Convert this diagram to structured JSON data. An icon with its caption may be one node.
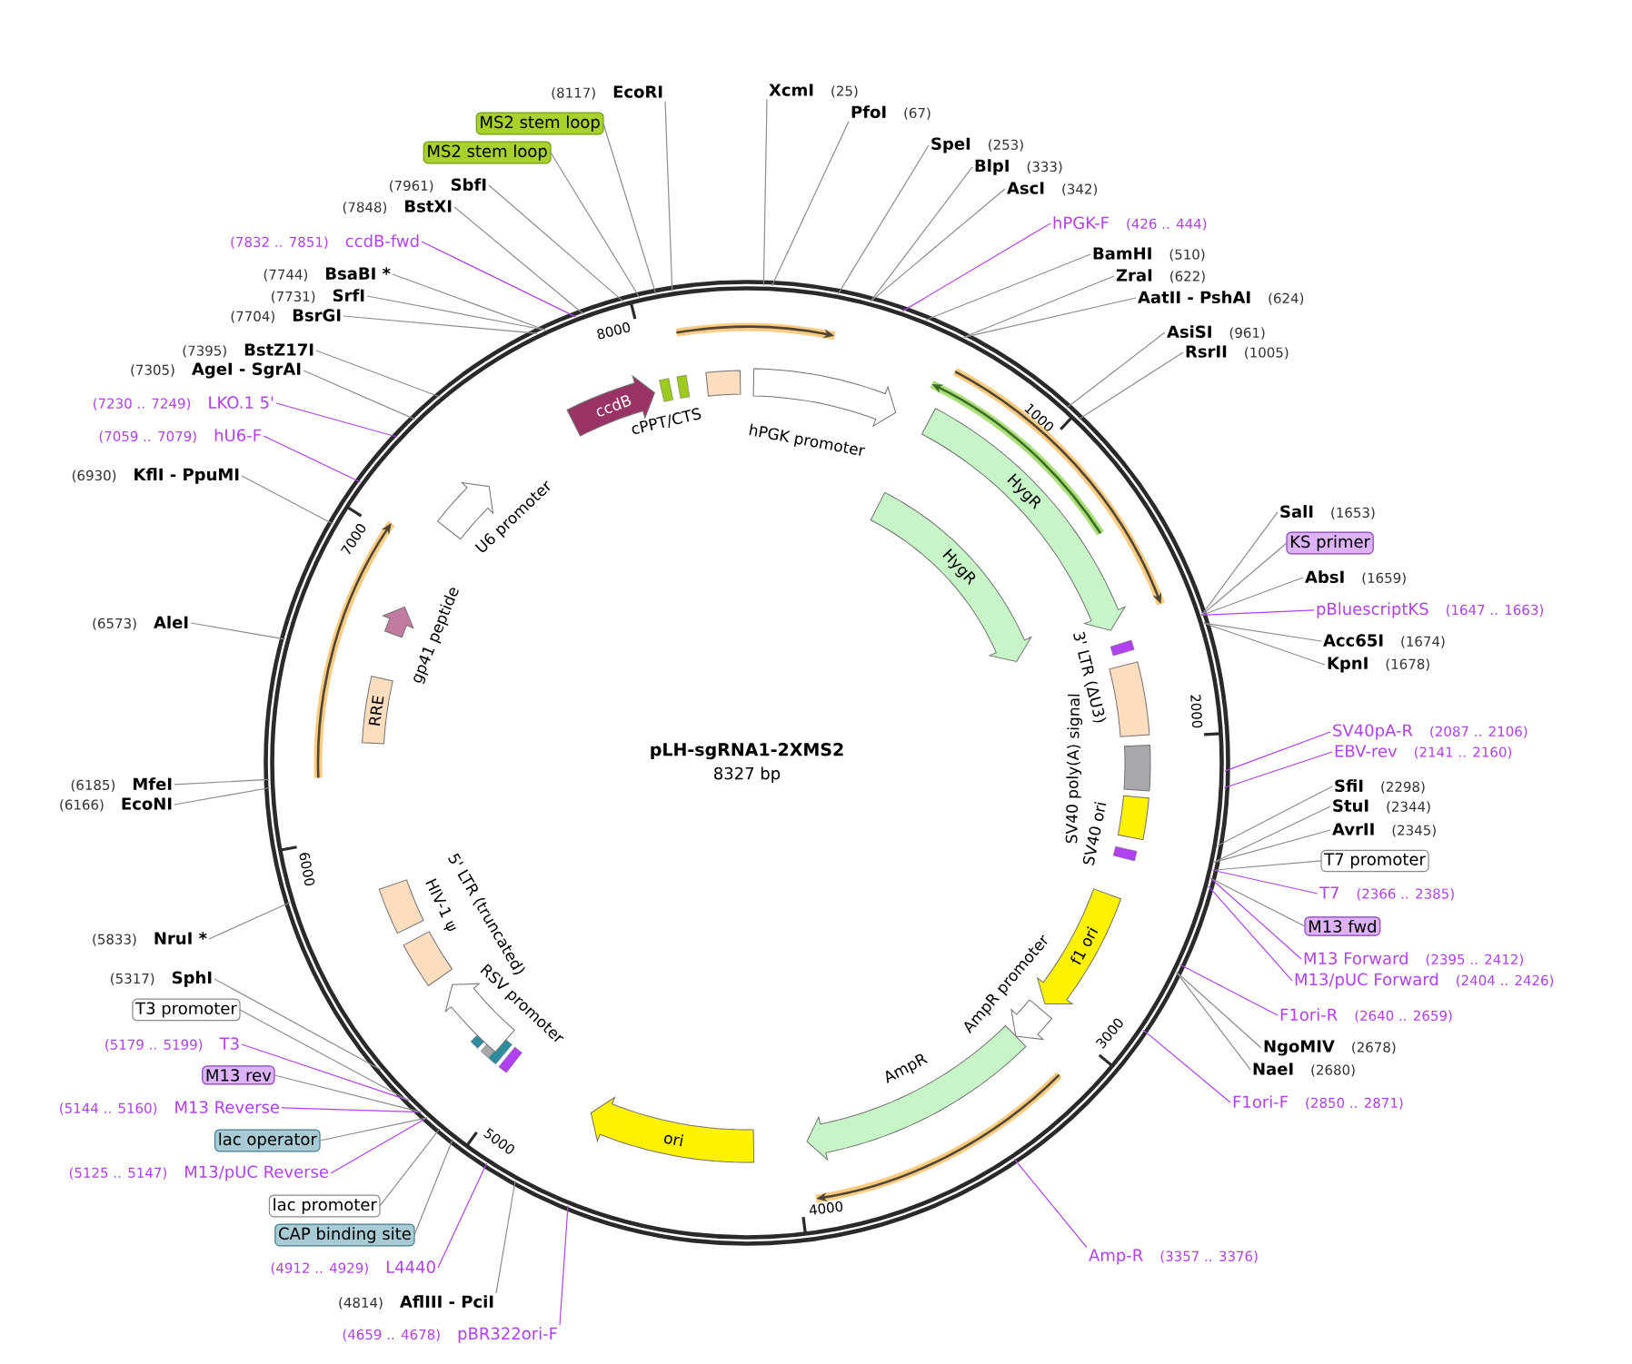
{
  "diagram": {
    "nodes": [
      {
        "text": [
          "pLH-sgRNA1-2XMS2",
          "8327 bp"
        ]
      },
      {
        "text": [
          "XcmI",
          "(25)"
        ]
      },
      {
        "text": [
          "PfoI",
          "(67)"
        ]
      },
      {
        "text": [
          "SpeI",
          "(253)"
        ]
      },
      {
        "text": [
          "BlpI",
          "(333)"
        ]
      },
      {
        "text": [
          "AscI",
          "(342)"
        ]
      },
      {
        "text": [
          "hPGK-F",
          "(426 .. 444)"
        ]
      },
      {
        "text": [
          "BamHI",
          "(510)"
        ]
      },
      {
        "text": [
          "ZraI",
          "(622)"
        ]
      },
      {
        "text": [
          "AatII - PshAI",
          "(624)"
        ]
      },
      {
        "text": [
          "AsiSI",
          "(961)"
        ]
      },
      {
        "text": [
          "RsrII",
          "(1005)"
        ]
      },
      {
        "text": [
          "SalI",
          "(1653)"
        ]
      },
      {
        "text": [
          "KS primer"
        ]
      },
      {
        "text": [
          "AbsI",
          "(1659)"
        ]
      },
      {
        "text": [
          "pBluescriptKS",
          "(1647 .. 1663)"
        ]
      },
      {
        "text": [
          "Acc65I",
          "(1674)"
        ]
      },
      {
        "text": [
          "KpnI",
          "(1678)"
        ]
      },
      {
        "text": [
          "SV40pA-R",
          "(2087 .. 2106)"
        ]
      },
      {
        "text": [
          "EBV-rev",
          "(2141 .. 2160)"
        ]
      },
      {
        "text": [
          "SfiI",
          "(2298)"
        ]
      },
      {
        "text": [
          "StuI",
          "(2344)"
        ]
      },
      {
        "text": [
          "AvrII",
          "(2345)"
        ]
      },
      {
        "text": [
          "T7 promoter"
        ]
      },
      {
        "text": [
          "T7",
          "(2366 .. 2385)"
        ]
      },
      {
        "text": [
          "M13 fwd"
        ]
      },
      {
        "text": [
          "M13 Forward",
          "(2395 .. 2412)"
        ]
      },
      {
        "text": [
          "M13/pUC Forward",
          "(2404 .. 2426)"
        ]
      },
      {
        "text": [
          "F1ori-R",
          "(2640 .. 2659)"
        ]
      },
      {
        "text": [
          "NgoMIV",
          "(2678)"
        ]
      },
      {
        "text": [
          "NaeI",
          "(2680)"
        ]
      },
      {
        "text": [
          "F1ori-F",
          "(2850 .. 2871)"
        ]
      },
      {
        "text": [
          "Amp-R",
          "(3357 .. 3376)"
        ]
      },
      {
        "text": [
          "(4659 .. 4678)",
          "pBR322ori-F"
        ]
      },
      {
        "text": [
          "(4814)",
          "AflIII - PciI"
        ]
      },
      {
        "text": [
          "(4912 .. 4929)",
          "L4440"
        ]
      },
      {
        "text": [
          "CAP binding site"
        ]
      },
      {
        "text": [
          "lac promoter"
        ]
      },
      {
        "text": [
          "(5125 .. 5147)",
          "M13/pUC Reverse"
        ]
      },
      {
        "text": [
          "lac operator"
        ]
      },
      {
        "text": [
          "(5144 .. 5160)",
          "M13 Reverse"
        ]
      },
      {
        "text": [
          "M13 rev"
        ]
      },
      {
        "text": [
          "(5179 .. 5199)",
          "T3"
        ]
      },
      {
        "text": [
          "T3 promoter"
        ]
      },
      {
        "text": [
          "(5317)",
          "SphI"
        ]
      },
      {
        "text": [
          "(5833)",
          "NruI *"
        ]
      },
      {
        "text": [
          "(6185)",
          "MfeI"
        ]
      },
      {
        "text": [
          "(6166)",
          "EcoNI"
        ]
      },
      {
        "text": [
          "(6573)",
          "AleI"
        ]
      },
      {
        "text": [
          "(6930)",
          "KflI - PpuMI"
        ]
      },
      {
        "text": [
          "(7059 .. 7079)",
          "hU6-F"
        ]
      },
      {
        "text": [
          "(7230 .. 7249)",
          "LKO.1 5'"
        ]
      },
      {
        "text": [
          "(7305)",
          "AgeI - SgrAI"
        ]
      },
      {
        "text": [
          "(7395)",
          "BstZ17I"
        ]
      },
      {
        "text": [
          "(7704)",
          "BsrGI"
        ]
      },
      {
        "text": [
          "(7731)",
          "SrfI"
        ]
      },
      {
        "text": [
          "(7744)",
          "BsaBI *"
        ]
      },
      {
        "text": [
          "(7832 .. 7851)",
          "ccdB-fwd"
        ]
      },
      {
        "text": [
          "(7848)",
          "BstXI"
        ]
      },
      {
        "text": [
          "(7961)",
          "SbfI"
        ]
      },
      {
        "text": [
          "MS2 stem loop"
        ]
      },
      {
        "text": [
          "MS2 stem loop"
        ]
      },
      {
        "text": [
          "(8117)",
          "EcoRI"
        ]
      },
      {
        "text": [
          "ccdB"
        ],
        "in": 0
      },
      {
        "text": [
          "cPPT/CTS"
        ],
        "in": 0
      },
      {
        "text": [
          "hPGK promoter"
        ],
        "in": 0
      },
      {
        "text": [
          "HygR"
        ],
        "in": 0
      },
      {
        "text": [
          "HygR"
        ],
        "in": 0
      },
      {
        "text": [
          "3' LTR (ΔU3)"
        ],
        "in": 0
      },
      {
        "text": [
          "SV40 poly(A) signal"
        ],
        "in": 0
      },
      {
        "text": [
          "SV40 ori"
        ],
        "in": 0
      },
      {
        "text": [
          "f1 ori"
        ],
        "in": 0
      },
      {
        "text": [
          "AmpR promoter"
        ],
        "in": 0
      },
      {
        "text": [
          "AmpR"
        ],
        "in": 0
      },
      {
        "text": [
          "ori"
        ],
        "in": 0
      },
      {
        "text": [
          "RSV promoter"
        ],
        "in": 0
      },
      {
        "text": [
          "HIV-1 ψ"
        ],
        "in": 0
      },
      {
        "text": [
          "5' LTR (truncated)"
        ],
        "in": 0
      },
      {
        "text": [
          "RRE"
        ],
        "in": 0
      },
      {
        "text": [
          "gp41 peptide"
        ],
        "in": 0
      },
      {
        "text": [
          "U6 promoter"
        ],
        "in": 0
      }
    ],
    "edges": [
      {
        "from": 1,
        "to": 0,
        "arrow": "none"
      },
      {
        "from": 2,
        "to": 0,
        "arrow": "none"
      },
      {
        "from": 3,
        "to": 0,
        "arrow": "none"
      },
      {
        "from": 4,
        "to": 0,
        "arrow": "none"
      },
      {
        "from": 5,
        "to": 0,
        "arrow": "none"
      },
      {
        "from": 6,
        "to": 0,
        "arrow": "none",
        "color": "#b040f0"
      },
      {
        "from": 7,
        "to": 0,
        "arrow": "none"
      },
      {
        "from": 8,
        "to": 0,
        "arrow": "none"
      },
      {
        "from": 9,
        "to": 0,
        "arrow": "none"
      },
      {
        "from": 10,
        "to": 0,
        "arrow": "none"
      },
      {
        "from": 11,
        "to": 0,
        "arrow": "none"
      },
      {
        "from": 12,
        "to": 0,
        "arrow": "none"
      },
      {
        "from": 13,
        "to": 0,
        "arrow": "none"
      },
      {
        "from": 14,
        "to": 0,
        "arrow": "none"
      },
      {
        "from": 15,
        "to": 0,
        "arrow": "none",
        "color": "#b040f0"
      },
      {
        "from": 16,
        "to": 0,
        "arrow": "none"
      },
      {
        "from": 17,
        "to": 0,
        "arrow": "none"
      },
      {
        "from": 18,
        "to": 0,
        "arrow": "none",
        "color": "#b040f0"
      },
      {
        "from": 19,
        "to": 0,
        "arrow": "none",
        "color": "#b040f0"
      },
      {
        "from": 20,
        "to": 0,
        "arrow": "none"
      },
      {
        "from": 21,
        "to": 0,
        "arrow": "none"
      },
      {
        "from": 22,
        "to": 0,
        "arrow": "none"
      },
      {
        "from": 23,
        "to": 0,
        "arrow": "none"
      },
      {
        "from": 24,
        "to": 0,
        "arrow": "none",
        "color": "#b040f0"
      },
      {
        "from": 25,
        "to": 0,
        "arrow": "none"
      },
      {
        "from": 26,
        "to": 0,
        "arrow": "none",
        "color": "#b040f0"
      },
      {
        "from": 27,
        "to": 0,
        "arrow": "none",
        "color": "#b040f0"
      },
      {
        "from": 28,
        "to": 0,
        "arrow": "none",
        "color": "#b040f0"
      },
      {
        "from": 29,
        "to": 0,
        "arrow": "none"
      },
      {
        "from": 30,
        "to": 0,
        "arrow": "none"
      },
      {
        "from": 31,
        "to": 0,
        "arrow": "none",
        "color": "#b040f0"
      },
      {
        "from": 32,
        "to": 0,
        "arrow": "none",
        "color": "#b040f0"
      },
      {
        "from": 33,
        "to": 0,
        "arrow": "none",
        "color": "#b040f0"
      },
      {
        "from": 34,
        "to": 0,
        "arrow": "none"
      },
      {
        "from": 35,
        "to": 0,
        "arrow": "none",
        "color": "#b040f0"
      },
      {
        "from": 36,
        "to": 0,
        "arrow": "none"
      },
      {
        "from": 37,
        "to": 0,
        "arrow": "none"
      },
      {
        "from": 38,
        "to": 0,
        "arrow": "none",
        "color": "#b040f0"
      },
      {
        "from": 39,
        "to": 0,
        "arrow": "none"
      },
      {
        "from": 40,
        "to": 0,
        "arrow": "none",
        "color": "#b040f0"
      },
      {
        "from": 41,
        "to": 0,
        "arrow": "none"
      },
      {
        "from": 42,
        "to": 0,
        "arrow": "none",
        "color": "#b040f0"
      },
      {
        "from": 43,
        "to": 0,
        "arrow": "none"
      },
      {
        "from": 44,
        "to": 0,
        "arrow": "none"
      },
      {
        "from": 45,
        "to": 0,
        "arrow": "none"
      },
      {
        "from": 46,
        "to": 0,
        "arrow": "none"
      },
      {
        "from": 47,
        "to": 0,
        "arrow": "none"
      },
      {
        "from": 48,
        "to": 0,
        "arrow": "none"
      },
      {
        "from": 49,
        "to": 0,
        "arrow": "none"
      },
      {
        "from": 50,
        "to": 0,
        "arrow": "none",
        "color": "#b040f0"
      },
      {
        "from": 51,
        "to": 0,
        "arrow": "none",
        "color": "#b040f0"
      },
      {
        "from": 52,
        "to": 0,
        "arrow": "none"
      },
      {
        "from": 53,
        "to": 0,
        "arrow": "none"
      },
      {
        "from": 54,
        "to": 0,
        "arrow": "none"
      },
      {
        "from": 55,
        "to": 0,
        "arrow": "none"
      },
      {
        "from": 56,
        "to": 0,
        "arrow": "none"
      },
      {
        "from": 57,
        "to": 0,
        "arrow": "none",
        "color": "#b040f0"
      },
      {
        "from": 58,
        "to": 0,
        "arrow": "none"
      },
      {
        "from": 59,
        "to": 0,
        "arrow": "none"
      },
      {
        "from": 60,
        "to": 0,
        "arrow": "none"
      },
      {
        "from": 61,
        "to": 0,
        "arrow": "none"
      },
      {
        "from": 62,
        "to": 0,
        "arrow": "none"
      }
    ],
    "labels": [
      "1000",
      "2000",
      "3000",
      "4000",
      "5000",
      "6000",
      "7000",
      "8000"
    ]
  }
}
